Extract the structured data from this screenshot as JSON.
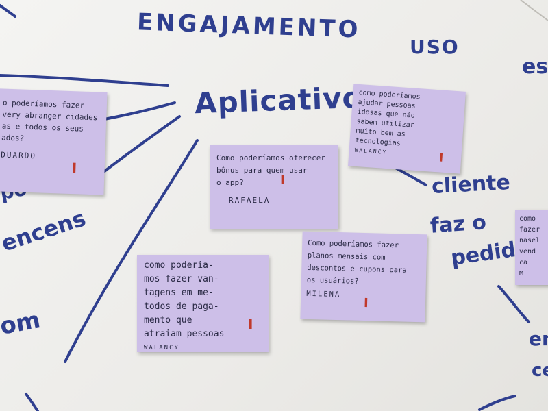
{
  "board": {
    "titles": {
      "engajamento": "ENGAJAMENTO",
      "uso": "USO",
      "es": "es",
      "aplicativo": "Aplicativo",
      "cliente": "cliente",
      "faz_o": "faz o",
      "pedido": "pedido",
      "encens": "encens",
      "om": "om",
      "po": "po",
      "em": "em",
      "ce": "ce"
    },
    "notes": [
      {
        "id": "eduardo",
        "text": "o poderíamos fazer\nvery abranger cidades\nas e todos os seus\nados?",
        "author": "DUARDO",
        "tally": "I"
      },
      {
        "id": "rafaela",
        "text": "Como poderíamos oferecer\nbônus para quem usar\no app?",
        "author": "RAFAELA",
        "tally": "I"
      },
      {
        "id": "walancy-top",
        "text": "como poderíamos\najudar pessoas\nidosas que não\nsabem utilizar\nmuito bem as\ntecnologias",
        "author": "WALANCY",
        "tally": "I"
      },
      {
        "id": "walancy-bottom",
        "text": "como poderia-\nmos fazer van-\ntagens em me-\ntodos de paga-\nmento que\natraiam pessoas",
        "author": "WALANCY",
        "tally": "I"
      },
      {
        "id": "milena",
        "text": "Como poderíamos fazer\nplanos mensais com\ndescontos e cupons para\nos usuários?",
        "author": "MILENA",
        "tally": "I"
      },
      {
        "id": "right-partial",
        "text": "como\nfazer\nnasel\nvend\nca\nM",
        "author": "",
        "tally": ""
      }
    ]
  }
}
